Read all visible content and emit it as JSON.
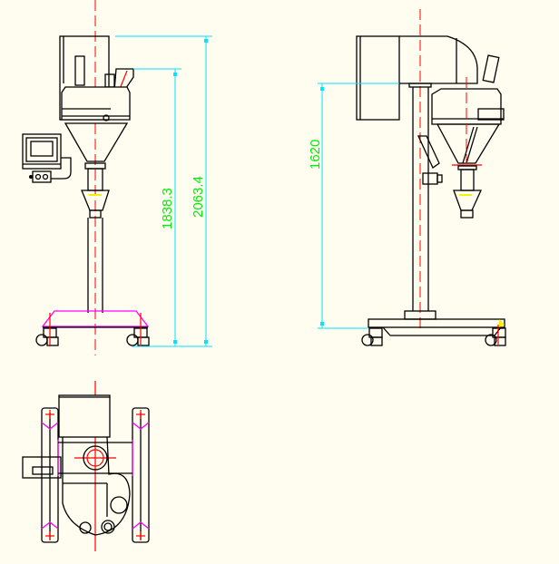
{
  "drawing": {
    "views": [
      "front-view",
      "side-view",
      "top-view"
    ],
    "dimensions": {
      "front_total_height": "2063.4",
      "front_inlet_height": "1838.3",
      "side_column_height": "1620"
    }
  },
  "colors": {
    "background": "#fffcf0",
    "outline": "#000000",
    "centerline": "#ff0000",
    "dimension_line": "#00e5ff",
    "dimension_text": "#00ee00",
    "hidden_edge": "#ff00ff"
  }
}
